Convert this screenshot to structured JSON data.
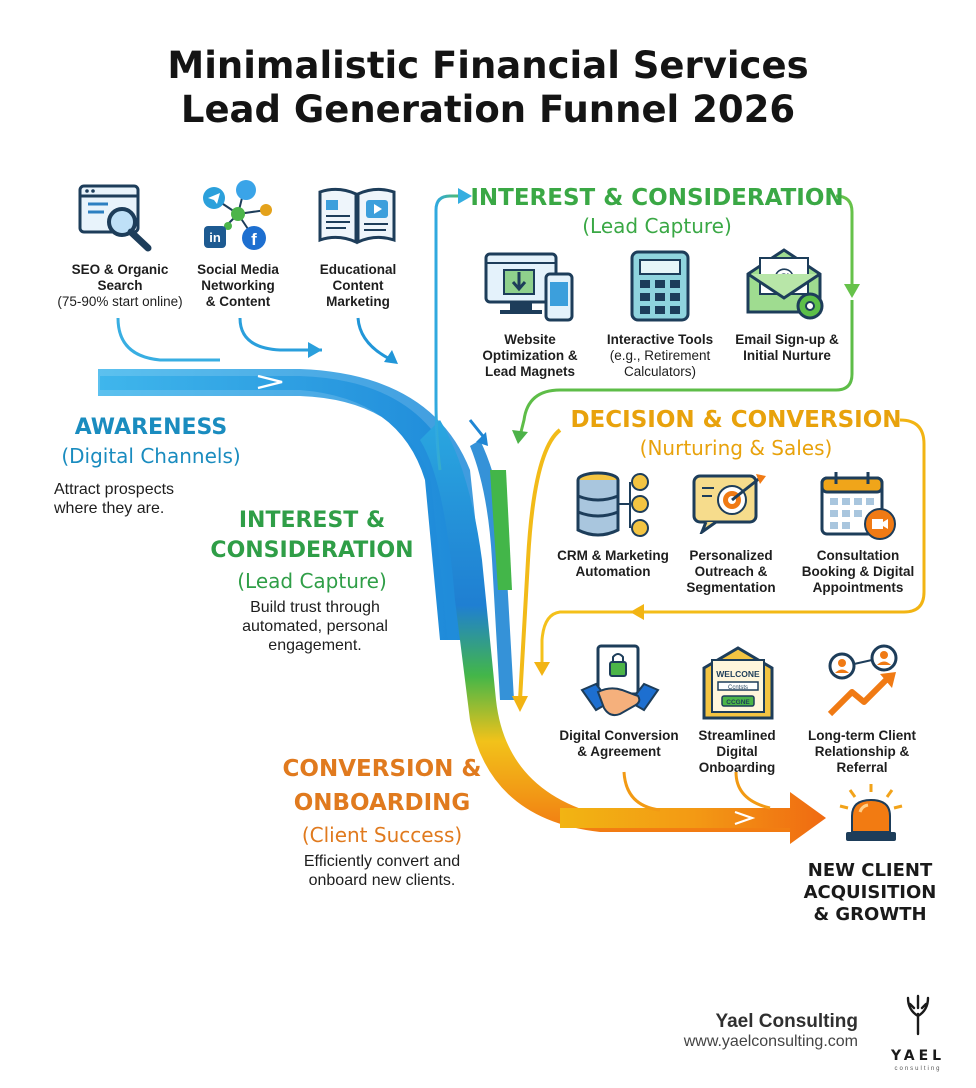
{
  "title": {
    "line1": "Minimalistic Financial Services",
    "line2": "Lead Generation Funnel 2026"
  },
  "awareness": {
    "heading": "AWARENESS",
    "subheading": "(Digital Channels)",
    "description_l1": "Attract prospects",
    "description_l2": "where they are.",
    "channels": [
      {
        "icon": "seo-search-icon",
        "line1": "SEO & Organic",
        "line2": "Search",
        "line3": "(75-90% start online)"
      },
      {
        "icon": "social-media-icon",
        "line1": "Social Media",
        "line2": "Networking",
        "line3": "& Content"
      },
      {
        "icon": "educational-content-icon",
        "line1": "Educational",
        "line2": "Content",
        "line3": "Marketing"
      }
    ]
  },
  "interest": {
    "heading": "INTEREST & CONSIDERATION",
    "subheading": "(Lead Capture)",
    "left_heading_l1": "INTEREST &",
    "left_heading_l2": "CONSIDERATION",
    "description_l1": "Build trust through",
    "description_l2": "automated, personal",
    "description_l3": "engagement.",
    "items": [
      {
        "icon": "website-optimization-icon",
        "line1": "Website",
        "line2": "Optimization &",
        "line3": "Lead Magnets"
      },
      {
        "icon": "calculator-icon",
        "line1": "Interactive Tools",
        "line2": "(e.g., Retirement",
        "line3": "Calculators)"
      },
      {
        "icon": "email-nurture-icon",
        "line1": "Email Sign-up &",
        "line2": "Initial Nurture",
        "line3": ""
      }
    ]
  },
  "decision": {
    "heading": "DECISION & CONVERSION",
    "subheading": "(Nurturing & Sales)",
    "items": [
      {
        "icon": "crm-database-icon",
        "line1": "CRM & Marketing",
        "line2": "Automation",
        "line3": ""
      },
      {
        "icon": "target-outreach-icon",
        "line1": "Personalized",
        "line2": "Outreach &",
        "line3": "Segmentation"
      },
      {
        "icon": "calendar-booking-icon",
        "line1": "Consultation",
        "line2": "Booking & Digital",
        "line3": "Appointments"
      }
    ],
    "items_row2": [
      {
        "icon": "handshake-agreement-icon",
        "line1": "Digital Conversion",
        "line2": "& Agreement",
        "line3": ""
      },
      {
        "icon": "welcome-onboarding-icon",
        "line1": "Streamlined",
        "line2": "Digital",
        "line3": "Onboarding",
        "welcome_text": "WELCONE",
        "field_text": "Ccntsts",
        "button_text": "CCGNE"
      },
      {
        "icon": "growth-referral-icon",
        "line1": "Long-term Client",
        "line2": "Relationship &",
        "line3": "Referral"
      }
    ]
  },
  "conversion": {
    "heading_l1": "CONVERSION &",
    "heading_l2": "ONBOARDING",
    "subheading": "(Client Success)",
    "description_l1": "Efficiently convert and",
    "description_l2": "onboard new clients."
  },
  "outcome": {
    "line1": "NEW CLIENT",
    "line2": "ACQUISITION",
    "line3": "& GROWTH"
  },
  "footer": {
    "company": "Yael Consulting",
    "url": "www.yaelconsulting.com",
    "logo_text": "YAEL",
    "logo_sub": "consulting"
  },
  "colors": {
    "blue": "#1f8fd6",
    "green": "#3cb24a",
    "yellow": "#f2b413",
    "orange": "#f07a14",
    "awareness_text": "#1a8cbf",
    "interest_text": "#2f9e47",
    "decision_text": "#e8a20c",
    "conversion_text": "#e07a1e"
  }
}
